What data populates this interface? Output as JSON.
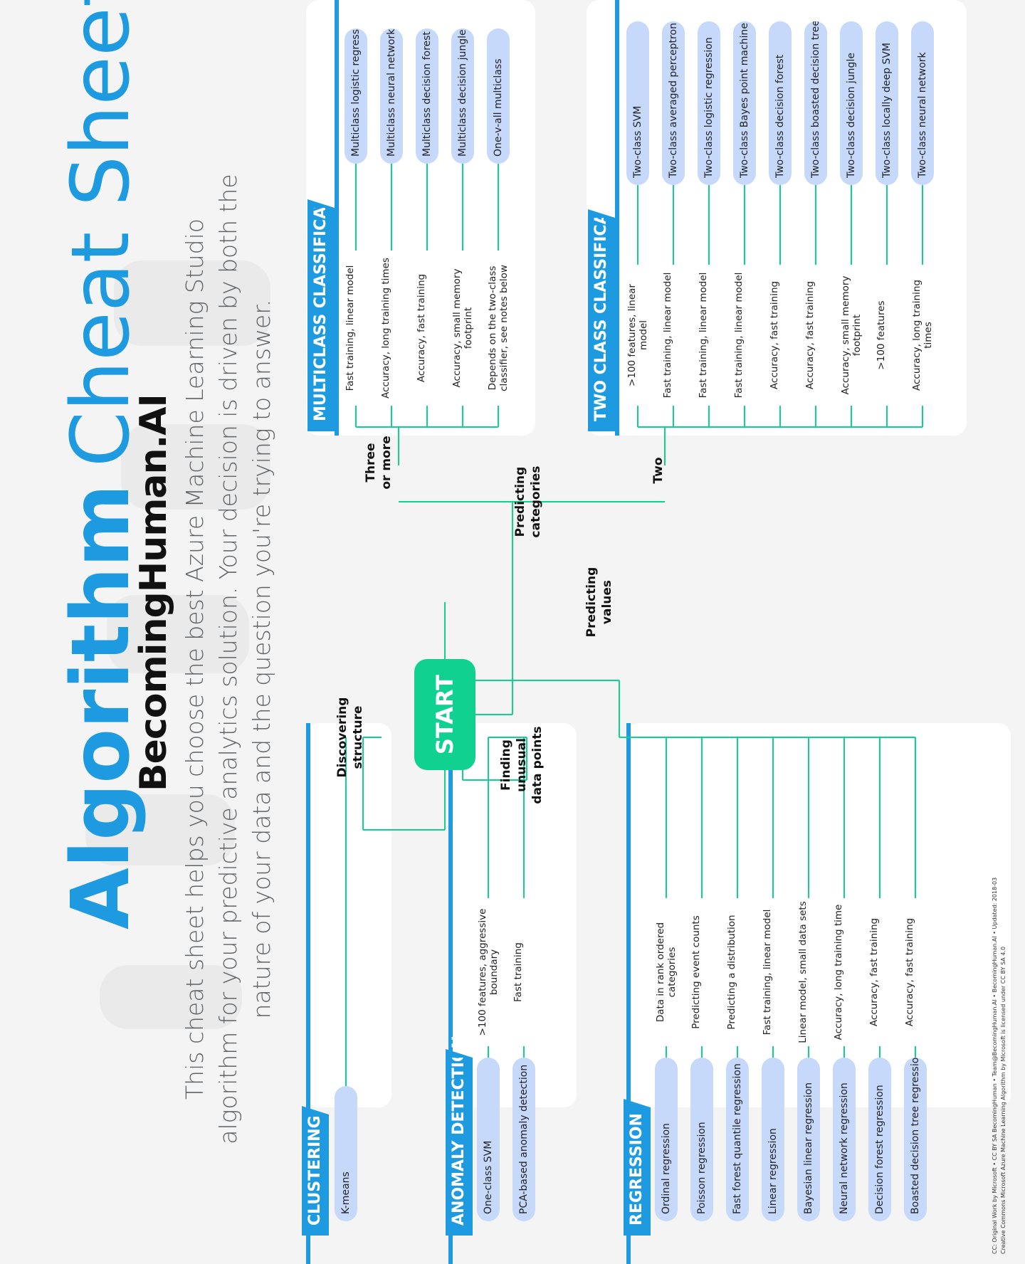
{
  "title": {
    "bold": "Algorithm",
    "light": "Cheat Sheet"
  },
  "subtitle": "BecomingHuman.AI",
  "description": "This cheat sheet helps you choose the best Azure Machine Learning Studio algorithm for your predictive analytics solution. Your decision is driven by both the nature of your data and the question you're trying to answer.",
  "start": "START",
  "questions": {
    "predicting_categories": "Predicting categories",
    "three_or_more": "Three or more",
    "two": "Two",
    "predicting_values": "Predicting values",
    "discovering_structure": "Discovering structure",
    "finding_unusual": "Finding unusual data points"
  },
  "sections": {
    "multiclass": {
      "label": "MULTICLASS CLASSIFICATION",
      "items": [
        {
          "algo": "Multiclass logistic regression",
          "note": "Fast training, linear model"
        },
        {
          "algo": "Multiclass neural network",
          "note": "Accuracy, long training times"
        },
        {
          "algo": "Multiclass decision forest",
          "note": "Accuracy, fast training"
        },
        {
          "algo": "Multiclass decision jungle",
          "note": "Accuracy, small memory footprint"
        },
        {
          "algo": "One-v-all multiclass",
          "note": "Depends on the two-class classifier, see notes below"
        }
      ]
    },
    "twoclass": {
      "label": "TWO CLASS CLASSIFICATION",
      "items": [
        {
          "algo": "Two-class SVM",
          "note": ">100 features, linear model"
        },
        {
          "algo": "Two-class averaged perceptron",
          "note": "Fast training, linear model"
        },
        {
          "algo": "Two-class logistic regression",
          "note": "Fast training, linear model"
        },
        {
          "algo": "Two-class Bayes point machine",
          "note": "Fast training, linear model"
        },
        {
          "algo": "Two-class decision forest",
          "note": "Accuracy, fast training"
        },
        {
          "algo": "Two-class boasted decision tree",
          "note": "Accuracy, fast training"
        },
        {
          "algo": "Two-class decision jungle",
          "note": "Accuracy, small memory footprint"
        },
        {
          "algo": "Two-class locally deep SVM",
          "note": ">100 features"
        },
        {
          "algo": "Two-class neural network",
          "note": "Accuracy, long training times"
        }
      ]
    },
    "clustering": {
      "label": "CLUSTERING",
      "items": [
        {
          "algo": "K-means",
          "note": ""
        }
      ]
    },
    "anomaly": {
      "label": "ANOMALY DETECTION",
      "items": [
        {
          "algo": "One-class SVM",
          "note": ">100 features, aggressive boundary"
        },
        {
          "algo": "PCA-based anomaly detection",
          "note": "Fast training"
        }
      ]
    },
    "regression": {
      "label": "REGRESSION",
      "items": [
        {
          "algo": "Ordinal regression",
          "note": "Data in rank ordered categories"
        },
        {
          "algo": "Poisson regression",
          "note": "Predicting event counts"
        },
        {
          "algo": "Fast forest quantile regression",
          "note": "Predicting a distribution"
        },
        {
          "algo": "Linear regression",
          "note": "Fast training, linear model"
        },
        {
          "algo": "Bayesian linear regression",
          "note": "Linear model, small data sets"
        },
        {
          "algo": "Neural network regression",
          "note": "Accuracy, long training time"
        },
        {
          "algo": "Decision forest regression",
          "note": "Accuracy, fast training"
        },
        {
          "algo": "Boasted decision tree regression",
          "note": "Accuracy, fast training"
        }
      ]
    }
  },
  "footer": {
    "line1": "CC: Original Work by Microsoft • CC BY SA BecomingHuman • Team@BecomingHuman.AI • BecomingHuman.AI • Updated: 2018-03",
    "line2": "Creative Commons Microsoft Azure Machine Learning Algorithm by Microsoft is licensed under CC BY SA 4.0"
  },
  "colors": {
    "accent": "#1e9be0",
    "start": "#11d191",
    "pill": "#c6d9fb",
    "line": "#11d191"
  }
}
